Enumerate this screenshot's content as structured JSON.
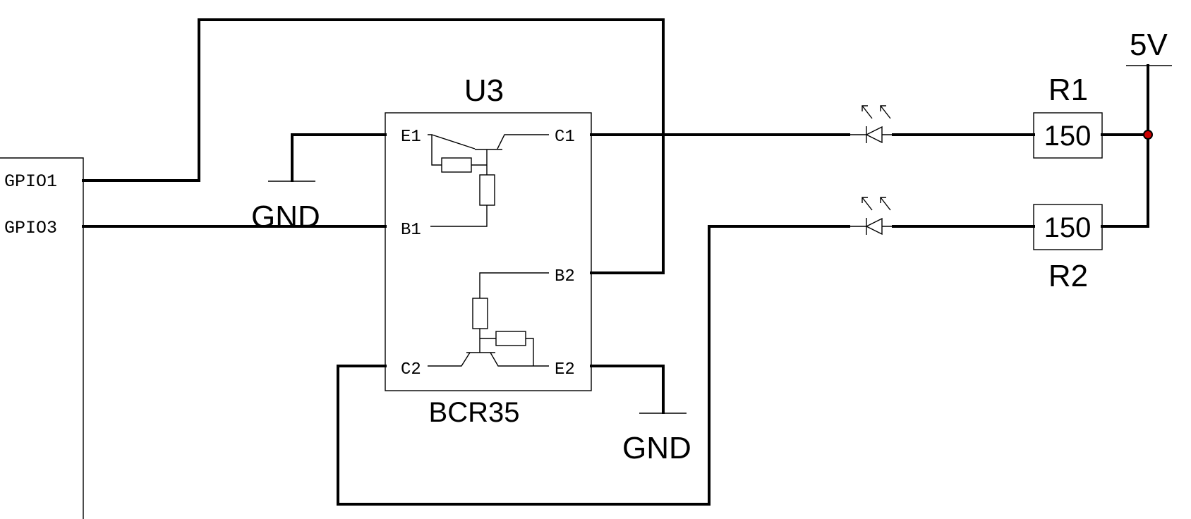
{
  "mcu": {
    "pin1": "GPIO1",
    "pin3": "GPIO3"
  },
  "ic": {
    "ref": "U3",
    "part": "BCR35",
    "pins": {
      "e1": "E1",
      "c1": "C1",
      "b1": "B1",
      "b2": "B2",
      "c2": "C2",
      "e2": "E2"
    }
  },
  "power": {
    "gnd_1": "GND",
    "gnd_2": "GND",
    "vcc": "5V"
  },
  "resistors": {
    "r1": {
      "ref": "R1",
      "value": "150"
    },
    "r2": {
      "ref": "R2",
      "value": "150"
    }
  },
  "colors": {
    "junction": "#cc0000",
    "ink": "#000000"
  }
}
